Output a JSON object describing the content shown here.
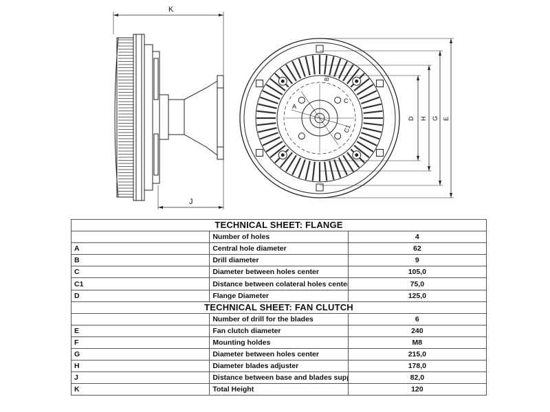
{
  "drawing": {
    "dimension_labels": {
      "K": "K",
      "J": "J",
      "A": "A",
      "B": "B",
      "C": "C",
      "C1": "C1",
      "D": "D",
      "H": "H",
      "G": "G",
      "E": "E"
    }
  },
  "sheets": [
    {
      "title": "TECHNICAL SHEET: FLANGE",
      "rows": [
        {
          "code": "",
          "label": "Number of holes",
          "value": "4"
        },
        {
          "code": "A",
          "label": "Central hole diameter",
          "value": "62"
        },
        {
          "code": "B",
          "label": "Drill diameter",
          "value": "9"
        },
        {
          "code": "C",
          "label": "Diameter between holes center",
          "value": "105,0"
        },
        {
          "code": "C1",
          "label": "Distance between colateral holes center",
          "value": "75,0"
        },
        {
          "code": "D",
          "label": "Flange Diameter",
          "value": "125,0"
        }
      ]
    },
    {
      "title": "TECHNICAL SHEET: FAN CLUTCH",
      "rows": [
        {
          "code": "",
          "label": "Number of drill for the blades",
          "value": "6"
        },
        {
          "code": "E",
          "label": "Fan clutch diameter",
          "value": "240"
        },
        {
          "code": "F",
          "label": "Mounting holdes",
          "value": "M8"
        },
        {
          "code": "G",
          "label": "Diameter between holes center",
          "value": "215,0"
        },
        {
          "code": "H",
          "label": "Diameter blades adjuster",
          "value": "178,0"
        },
        {
          "code": "J",
          "label": "Distance between base and blades support",
          "value": "82,0"
        },
        {
          "code": "K",
          "label": "Total Height",
          "value": "120"
        }
      ]
    }
  ]
}
